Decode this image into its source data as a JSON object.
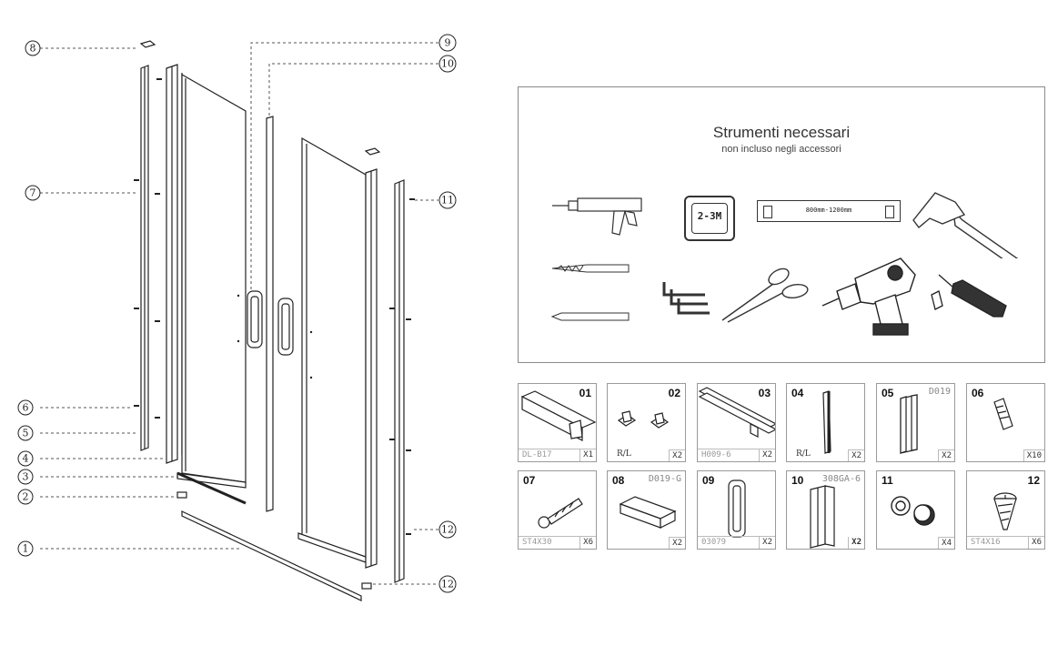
{
  "callouts": {
    "c1": "1",
    "c2": "2",
    "c3": "3",
    "c4": "4",
    "c5": "5",
    "c6": "6",
    "c7": "7",
    "c8": "8",
    "c9": "9",
    "c10": "10",
    "c11": "11",
    "c12a": "12",
    "c12b": "12"
  },
  "tools": {
    "title": "Strumenti necessari",
    "subtitle": "non incluso negli accessori",
    "tape_label": "2-3M",
    "level_label": "800mm-1200mm",
    "icons": [
      "caulking-gun-icon",
      "tape-measure-icon",
      "spirit-level-icon",
      "hammer-icon",
      "drill-bit-icon",
      "allen-key-icon",
      "scissors-icon",
      "power-drill-icon",
      "screwdriver-icon",
      "pencil-icon"
    ]
  },
  "parts": [
    {
      "num": "01",
      "code": "",
      "note": "",
      "footer_code": "DL-B17",
      "qty": "X1"
    },
    {
      "num": "02",
      "code": "",
      "note": "R/L",
      "footer_code": "",
      "qty": "X2"
    },
    {
      "num": "03",
      "code": "",
      "note": "",
      "footer_code": "H009-6",
      "qty": "X2"
    },
    {
      "num": "04",
      "code": "",
      "note": "R/L",
      "footer_code": "",
      "qty": "X2"
    },
    {
      "num": "05",
      "code": "D019",
      "note": "",
      "footer_code": "",
      "qty": "X2"
    },
    {
      "num": "06",
      "code": "",
      "note": "",
      "footer_code": "",
      "qty": "X10"
    },
    {
      "num": "07",
      "code": "",
      "note": "",
      "footer_code": "ST4X30",
      "qty": "X6"
    },
    {
      "num": "08",
      "code": "D019-G",
      "note": "",
      "footer_code": "",
      "qty": "X2"
    },
    {
      "num": "09",
      "code": "",
      "note": "",
      "footer_code": "03079",
      "qty": "X2"
    },
    {
      "num": "10",
      "code": "308GA-6",
      "note": "",
      "footer_code": "",
      "qty": "X2"
    },
    {
      "num": "11",
      "code": "",
      "note": "",
      "footer_code": "",
      "qty": "X4"
    },
    {
      "num": "12",
      "code": "",
      "note": "",
      "footer_code": "ST4X16",
      "qty": "X6"
    }
  ]
}
